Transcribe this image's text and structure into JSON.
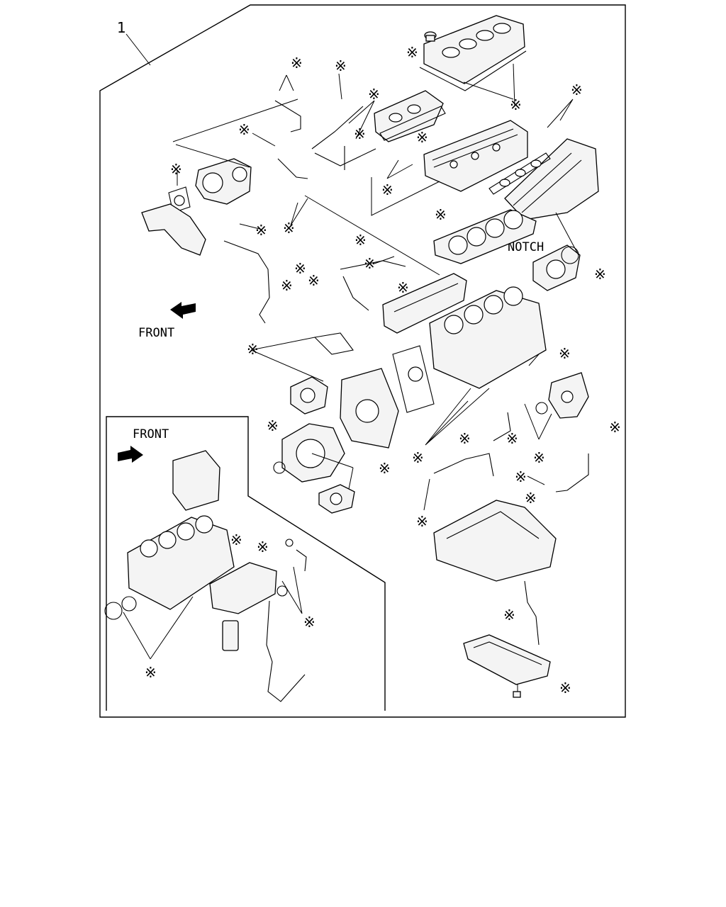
{
  "diagram": {
    "ref_number": "1",
    "notch_label": "NOTCH",
    "front_label_main": "FRONT",
    "front_label_inset": "FRONT",
    "kit_marker": "※",
    "colors": {
      "line": "#000000",
      "background": "#ffffff",
      "part_fill": "#f4f4f4"
    }
  }
}
